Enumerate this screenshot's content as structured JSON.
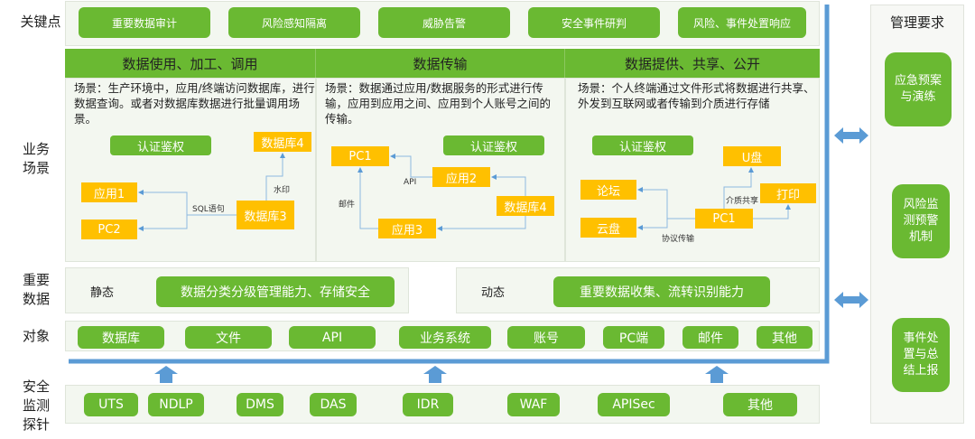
{
  "row_labels": {
    "key_points": "关键点",
    "business_scenarios": [
      "业务",
      "场景"
    ],
    "important_data": [
      "重要",
      "数据"
    ],
    "objects": "对象",
    "security_probes": [
      "安全",
      "监测",
      "探针"
    ]
  },
  "key_points": [
    "重要数据审计",
    "风险感知隔离",
    "威胁告警",
    "安全事件研判",
    "风险、事件处置响应"
  ],
  "scenarios": [
    {
      "title": "数据使用、加工、调用",
      "description": "场景：生产环境中，应用/终端访问数据库，进行数据查询。或者对数据库数据进行批量调用场景。",
      "auth": "认证鉴权",
      "nodes": [
        "应用1",
        "PC2",
        "数据库3",
        "数据库4"
      ],
      "edge_labels": [
        "SQL语句",
        "水印"
      ]
    },
    {
      "title": "数据传输",
      "description": "场景：数据通过应用/数据服务的形式进行传输，应用到应用之间、应用到个人账号之间的传输。",
      "auth": "认证鉴权",
      "nodes": [
        "PC1",
        "应用2",
        "数据库4",
        "应用3"
      ],
      "edge_labels": [
        "API",
        "邮件"
      ]
    },
    {
      "title": "数据提供、共享、公开",
      "description": "场景：个人终端通过文件形式将数据进行共享、外发到互联网或者传输到介质进行存储",
      "auth": "认证鉴权",
      "nodes": [
        "论坛",
        "云盘",
        "PC1",
        "U盘",
        "打印"
      ],
      "edge_labels": [
        "介质共享",
        "协议传输"
      ]
    }
  ],
  "important_data": {
    "static_label": "静态",
    "static_capability": "数据分类分级管理能力、存储安全",
    "dynamic_label": "动态",
    "dynamic_capability": "重要数据收集、流转识别能力"
  },
  "objects": [
    "数据库",
    "文件",
    "API",
    "业务系统",
    "账号",
    "PC端",
    "邮件",
    "其他"
  ],
  "probes": [
    "UTS",
    "NDLP",
    "DMS",
    "DAS",
    "IDR",
    "WAF",
    "APISec",
    "其他"
  ],
  "management": {
    "title": "管理要求",
    "items": [
      "应急预案与演练",
      "风险监测预警机制",
      "事件处置与总结上报"
    ]
  },
  "colors": {
    "green": "#6ab932",
    "yellow": "#ffc000",
    "blue": "#5b9bd5",
    "panel_bg": "#f3f7f0"
  }
}
